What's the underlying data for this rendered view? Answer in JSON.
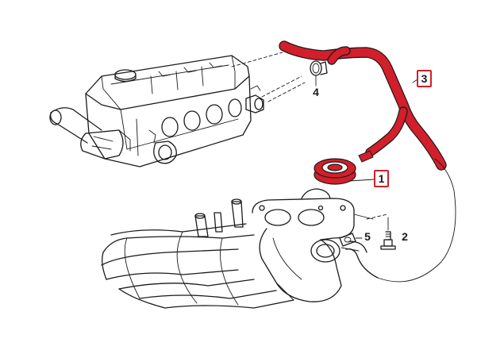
{
  "colors": {
    "highlight": "#d21f2b",
    "line": "#1a1a1a",
    "background": "#ffffff"
  },
  "callouts": [
    {
      "id": "1",
      "text": "1",
      "boxed": true
    },
    {
      "id": "2",
      "text": "2",
      "boxed": false
    },
    {
      "id": "3",
      "text": "3",
      "boxed": true
    },
    {
      "id": "4",
      "text": "4",
      "boxed": false
    },
    {
      "id": "5",
      "text": "5",
      "boxed": false
    }
  ],
  "parts": [
    {
      "name": "cylinder-head",
      "highlighted": false
    },
    {
      "name": "intake-manifold",
      "highlighted": false
    },
    {
      "name": "vent-hose",
      "callout": "3",
      "highlighted": true
    },
    {
      "name": "grommet",
      "callout": "1",
      "highlighted": true
    },
    {
      "name": "hose-clamp",
      "callout": "4",
      "highlighted": false
    },
    {
      "name": "bolt",
      "callout": "2",
      "highlighted": false
    },
    {
      "name": "clamp",
      "callout": "5",
      "highlighted": false
    }
  ]
}
